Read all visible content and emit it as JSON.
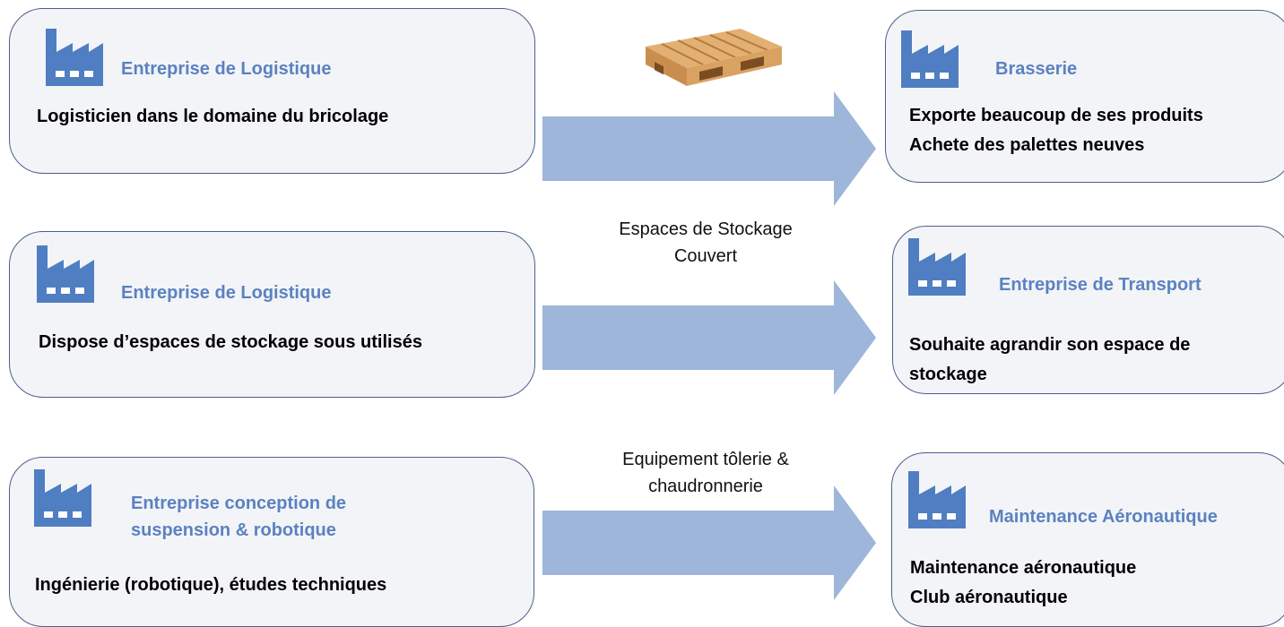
{
  "rows": [
    {
      "source": {
        "title": "Entreprise de Logistique",
        "lines": [
          "Logisticien dans le domaine du bricolage"
        ]
      },
      "arrow_label": [],
      "target": {
        "title": "Brasserie",
        "lines": [
          "Exporte beaucoup de ses produits",
          "Achete des palettes neuves"
        ]
      }
    },
    {
      "source": {
        "title": "Entreprise de Logistique",
        "lines": [
          "Dispose d’espaces de stockage sous utilisés"
        ]
      },
      "arrow_label": [
        "Espaces de Stockage",
        "Couvert"
      ],
      "target": {
        "title": "Entreprise de Transport",
        "lines": [
          "Souhaite agrandir son espace de",
          "stockage"
        ]
      }
    },
    {
      "source": {
        "title_lines": [
          "Entreprise conception de",
          "suspension & robotique"
        ],
        "lines": [
          "Ingénierie (robotique), études techniques"
        ]
      },
      "arrow_label": [
        "Equipement tôlerie &",
        "chaudronnerie"
      ],
      "target": {
        "title": "Maintenance Aéronautique",
        "lines": [
          "Maintenance aéronautique",
          "Club aéronautique"
        ]
      }
    }
  ],
  "icons": {
    "factory": "factory-icon",
    "pallet": "wooden-pallet-icon"
  },
  "colors": {
    "box_fill": "#f3f4f8",
    "box_border": "#4a5f8c",
    "title": "#5b82c0",
    "arrow": "#9db6da",
    "icon": "#4f7ec2"
  }
}
